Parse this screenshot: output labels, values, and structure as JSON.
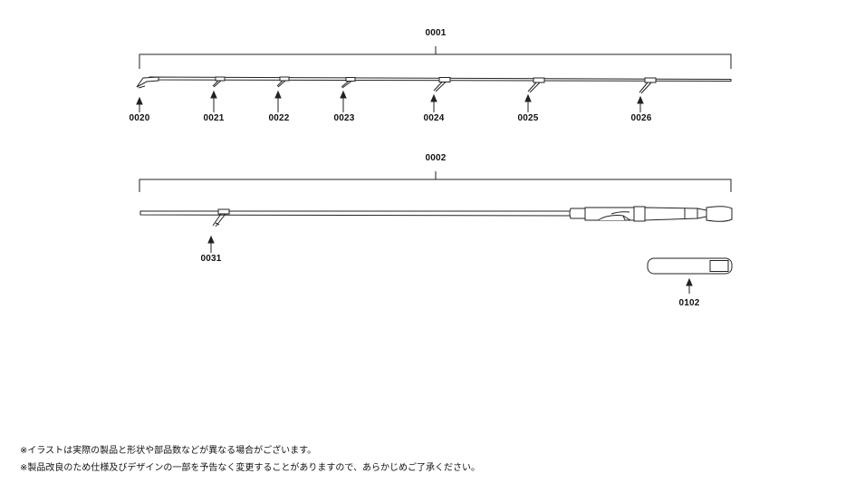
{
  "parts": {
    "top_rod": "0001",
    "top_tip_guide": "0020",
    "top_guide_1": "0021",
    "top_guide_2": "0022",
    "top_guide_3": "0023",
    "top_guide_4": "0024",
    "top_guide_5": "0025",
    "top_guide_6": "0026",
    "butt_rod": "0002",
    "butt_guide": "0031",
    "case_part": "0102"
  },
  "notes": {
    "line1": "※イラストは実際の製品と形状や部品数などが異なる場合がございます。",
    "line2": "※製品改良のため仕様及びデザインの一部を予告なく変更することがありますので、あらかじめご了承ください。"
  }
}
